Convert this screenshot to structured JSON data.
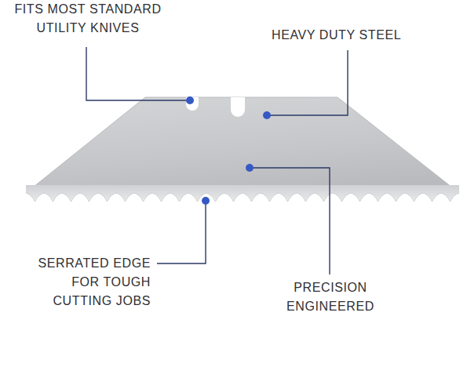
{
  "diagram": {
    "labels": [
      "FITS MOST STANDARD UTILITY KNIVES",
      "HEAVY DUTY STEEL",
      "SERRATED EDGE FOR TOUGH CUTTING JOBS",
      "PRECISION ENGINEERED"
    ]
  }
}
